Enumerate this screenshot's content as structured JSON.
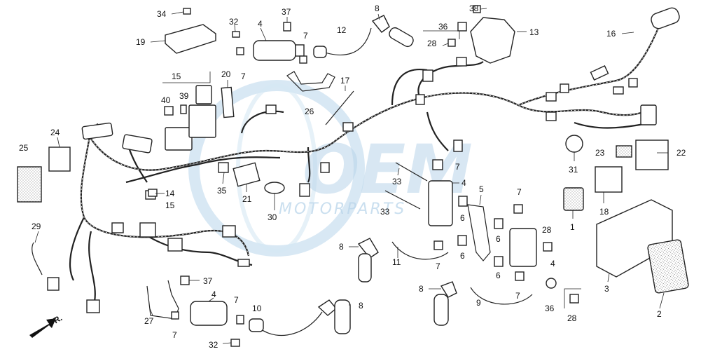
{
  "watermark": {
    "brand": "OEM",
    "subtitle": "MOTORPARTS",
    "color": "#b9d5ea"
  },
  "direction_indicator": {
    "label": "FR."
  },
  "callouts": [
    {
      "id": "c34a",
      "text": "34"
    },
    {
      "id": "c19",
      "text": "19"
    },
    {
      "id": "c32a",
      "text": "32"
    },
    {
      "id": "c4a",
      "text": "4"
    },
    {
      "id": "c37a",
      "text": "37"
    },
    {
      "id": "c7a",
      "text": "7"
    },
    {
      "id": "c7b",
      "text": "7"
    },
    {
      "id": "c12",
      "text": "12"
    },
    {
      "id": "c8a",
      "text": "8"
    },
    {
      "id": "c38",
      "text": "38"
    },
    {
      "id": "c36a",
      "text": "36"
    },
    {
      "id": "c28a",
      "text": "28"
    },
    {
      "id": "c13",
      "text": "13"
    },
    {
      "id": "c16",
      "text": "16"
    },
    {
      "id": "c15a",
      "text": "15"
    },
    {
      "id": "c20",
      "text": "20"
    },
    {
      "id": "c40",
      "text": "40"
    },
    {
      "id": "c39",
      "text": "39"
    },
    {
      "id": "c17",
      "text": "17"
    },
    {
      "id": "c26",
      "text": "26"
    },
    {
      "id": "c24",
      "text": "24"
    },
    {
      "id": "c25",
      "text": "25"
    },
    {
      "id": "c14",
      "text": "14"
    },
    {
      "id": "c15b",
      "text": "15"
    },
    {
      "id": "c35",
      "text": "35"
    },
    {
      "id": "c21",
      "text": "21"
    },
    {
      "id": "c30",
      "text": "30"
    },
    {
      "id": "c33a",
      "text": "33"
    },
    {
      "id": "c33b",
      "text": "33"
    },
    {
      "id": "c4b",
      "text": "4"
    },
    {
      "id": "c7c",
      "text": "7"
    },
    {
      "id": "c5",
      "text": "5"
    },
    {
      "id": "c6a",
      "text": "6"
    },
    {
      "id": "c6b",
      "text": "6"
    },
    {
      "id": "c6c",
      "text": "6"
    },
    {
      "id": "c6d",
      "text": "6"
    },
    {
      "id": "c7d",
      "text": "7"
    },
    {
      "id": "c28b",
      "text": "28"
    },
    {
      "id": "c4c",
      "text": "4"
    },
    {
      "id": "c31",
      "text": "31"
    },
    {
      "id": "c23",
      "text": "23"
    },
    {
      "id": "c22",
      "text": "22"
    },
    {
      "id": "c18",
      "text": "18"
    },
    {
      "id": "c1",
      "text": "1"
    },
    {
      "id": "c3",
      "text": "3"
    },
    {
      "id": "c2",
      "text": "2"
    },
    {
      "id": "c29",
      "text": "29"
    },
    {
      "id": "c8b",
      "text": "8"
    },
    {
      "id": "c11",
      "text": "11"
    },
    {
      "id": "c7e",
      "text": "7"
    },
    {
      "id": "c37b",
      "text": "37"
    },
    {
      "id": "c4d",
      "text": "4"
    },
    {
      "id": "c27",
      "text": "27"
    },
    {
      "id": "c7f",
      "text": "7"
    },
    {
      "id": "c7g",
      "text": "7"
    },
    {
      "id": "c10",
      "text": "10"
    },
    {
      "id": "c8c",
      "text": "8"
    },
    {
      "id": "c32b",
      "text": "32"
    },
    {
      "id": "c8d",
      "text": "8"
    },
    {
      "id": "c9",
      "text": "9"
    },
    {
      "id": "c7h",
      "text": "7"
    },
    {
      "id": "c36b",
      "text": "36"
    },
    {
      "id": "c28c",
      "text": "28"
    }
  ]
}
